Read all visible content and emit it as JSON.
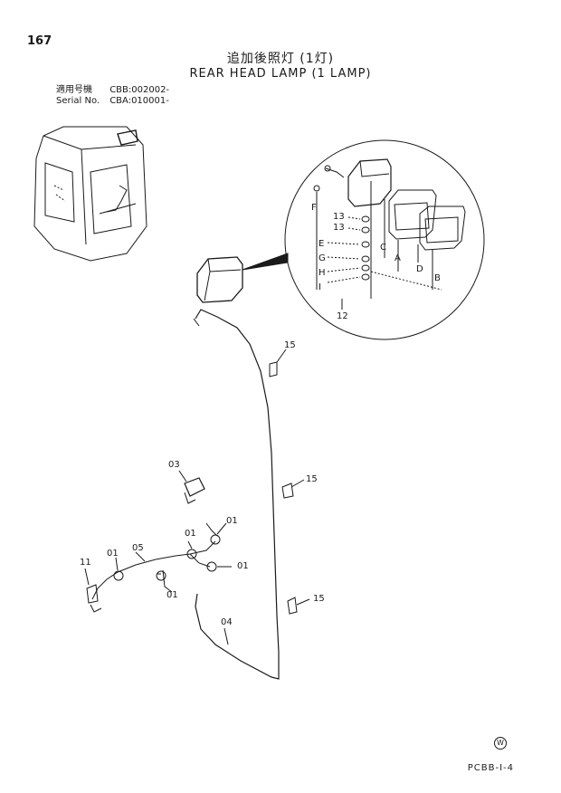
{
  "header": {
    "page_number": "167",
    "title_jp": "追加後照灯 (1灯)",
    "title_en": "REAR HEAD LAMP (1 LAMP)"
  },
  "serial": {
    "label_jp": "適用号機",
    "label_en": "Serial No.",
    "value_1": "CBB:002002-",
    "value_2": "CBA:010001-"
  },
  "callouts": {
    "c13a": "13",
    "c13b": "13",
    "cE": "E",
    "cG": "G",
    "cH": "H",
    "cI": "I",
    "cF": "F",
    "c12": "12",
    "cC": "C",
    "cA": "A",
    "cD": "D",
    "cB": "B",
    "c15a": "15",
    "c15b": "15",
    "c15c": "15",
    "c03": "03",
    "c01a": "01",
    "c01b": "01",
    "c01c": "01",
    "c01d": "01",
    "c01e": "01",
    "c05": "05",
    "c11": "11",
    "c04": "04"
  },
  "footer": {
    "code": "PCBB-I-4",
    "mark": "W"
  }
}
